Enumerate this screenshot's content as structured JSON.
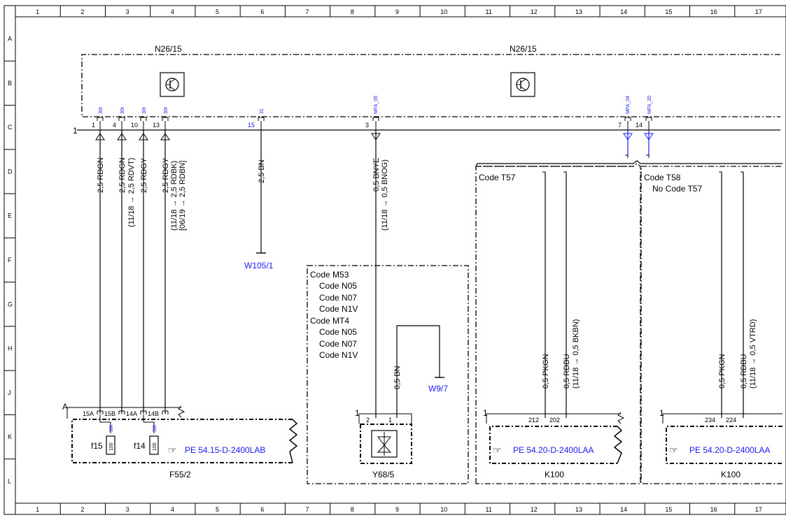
{
  "frame": {
    "columns": [
      "1",
      "2",
      "3",
      "4",
      "5",
      "6",
      "7",
      "8",
      "9",
      "10",
      "11",
      "12",
      "13",
      "14",
      "15",
      "16",
      "17"
    ],
    "rows": [
      "A",
      "B",
      "C",
      "D",
      "E",
      "F",
      "G",
      "H",
      "J",
      "K",
      "L"
    ]
  },
  "n26": {
    "label_left": "N26/15",
    "label_right": "N26/15",
    "ground_marker": "1",
    "pins": [
      {
        "num": "1",
        "signal": "30t"
      },
      {
        "num": "4",
        "signal": "30t"
      },
      {
        "num": "10",
        "signal": "30t"
      },
      {
        "num": "13",
        "signal": "30t"
      },
      {
        "num": "15",
        "signal": "31"
      },
      {
        "num": "3",
        "signal": "MFA_05"
      },
      {
        "num": "7",
        "signal": "MFA_04"
      },
      {
        "num": "14",
        "signal": "MFA_20"
      }
    ]
  },
  "wires": {
    "w1": "2,5 RDGN",
    "w2": "2,5 RDGN",
    "w2b": "(11/18 → 2,5 RDVT)",
    "w3": "2,5 RDGY",
    "w4": "2,5 RDGY",
    "w4b": "(11/18 → 2,5 RDBK)",
    "w4c": "[06/19 → 2,5 RDBN]",
    "w5": "2,5 BN",
    "w6": "0,5 BNYE",
    "w6b": "(11/18 → 0,5 BNOG)",
    "w7": "0,5 BN",
    "k1a": "0,5 PKGN",
    "k1b": "0,5 RDBU",
    "k1c": "(11/18 → 0,5 BKBN)",
    "k2a": "0,5 PKGN",
    "k2b": "0,5 RDBU",
    "k2c": "(11/18 → 0,5 VTRD)"
  },
  "grounds": {
    "w105": "W105/1",
    "w9": "W9/7"
  },
  "f55": {
    "label": "F55/2",
    "connector_marker": "A",
    "pins": [
      "15A",
      "15B",
      "14A",
      "14B"
    ],
    "fuse1_name": "f15",
    "fuse1_value": "100",
    "fuse1_signal": "30t",
    "fuse2_name": "f14",
    "fuse2_value": "100",
    "fuse2_signal": "30t",
    "ref": "PE 54.15-D-2400LAB"
  },
  "y68": {
    "label": "Y68/5",
    "marker": "1",
    "pins": [
      "2",
      "1"
    ],
    "codes": [
      "Code M53",
      "Code N05",
      "Code N07",
      "Code N1V",
      "Code MT4",
      "Code N05",
      "Code N07",
      "Code N1V"
    ]
  },
  "k100a": {
    "code": "Code T57",
    "label": "K100",
    "marker": "1",
    "pins": [
      "212",
      "202"
    ],
    "ref": "PE 54.20-D-2400LAA"
  },
  "k100b": {
    "code1": "Code T58",
    "code2": "No Code T57",
    "label": "K100",
    "marker": "1",
    "pins": [
      "234",
      "224"
    ],
    "ref": "PE 54.20-D-2400LAA"
  }
}
